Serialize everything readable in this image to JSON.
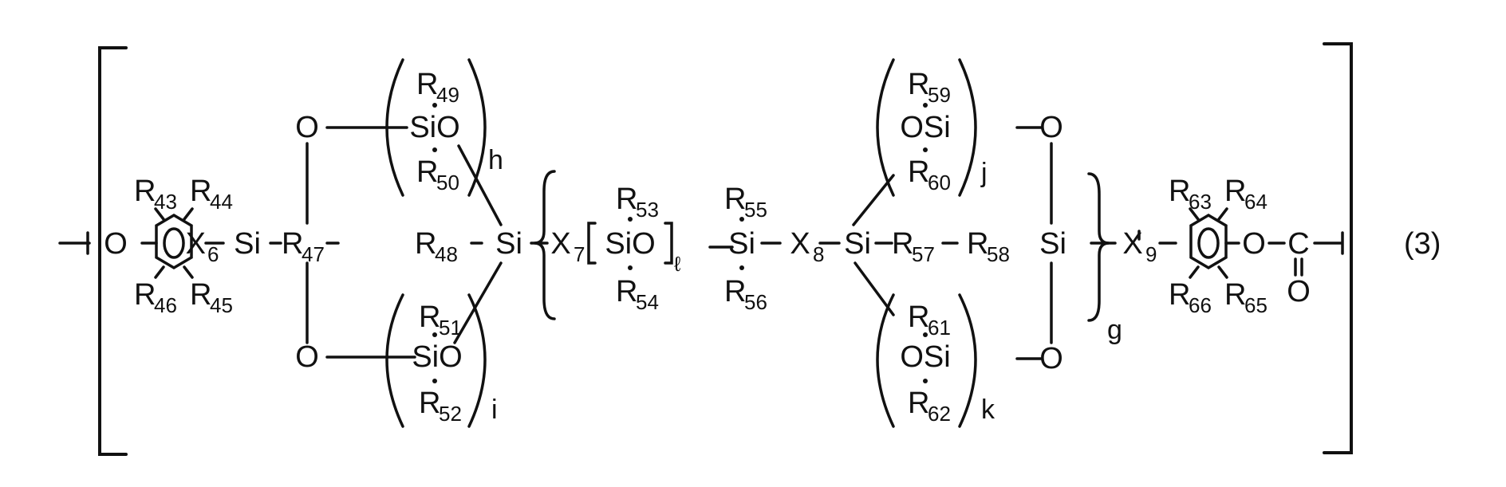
{
  "formula": {
    "number": "(3)",
    "atoms": {
      "o_left": "O",
      "x6": "X",
      "si_left": "Si",
      "o_ring_top": "O",
      "o_ring_bottom": "O",
      "si_center_left": "Si",
      "x7": "X",
      "sio_block": "SiO",
      "si_mid": "Si",
      "x8": "X",
      "si_center_right": "Si",
      "si_right": "Si",
      "o_rring_top": "O",
      "o_rring_bottom": "O",
      "x9": "X",
      "o_ester": "O",
      "c_carbonyl": "C",
      "o_carbonyl": "O",
      "sio_h": "SiO",
      "sio_i": "SiO",
      "osi_j": "OSi",
      "osi_k": "OSi"
    },
    "subscripts": {
      "x6": "6",
      "x7": "7",
      "x8": "8",
      "x9": "9"
    },
    "substituents": {
      "r43": "43",
      "r44": "44",
      "r45": "45",
      "r46": "46",
      "r47": "47",
      "r48": "48",
      "r49": "49",
      "r50": "50",
      "r51": "51",
      "r52": "52",
      "r53": "53",
      "r54": "54",
      "r55": "55",
      "r56": "56",
      "r57": "57",
      "r58": "58",
      "r59": "59",
      "r60": "60",
      "r61": "61",
      "r62": "62",
      "r63": "63",
      "r64": "64",
      "r65": "65",
      "r66": "66"
    },
    "r_letter": "R",
    "repeat_labels": {
      "h": "h",
      "i": "i",
      "j": "j",
      "k": "k",
      "g": "g",
      "l": "ℓ"
    }
  }
}
